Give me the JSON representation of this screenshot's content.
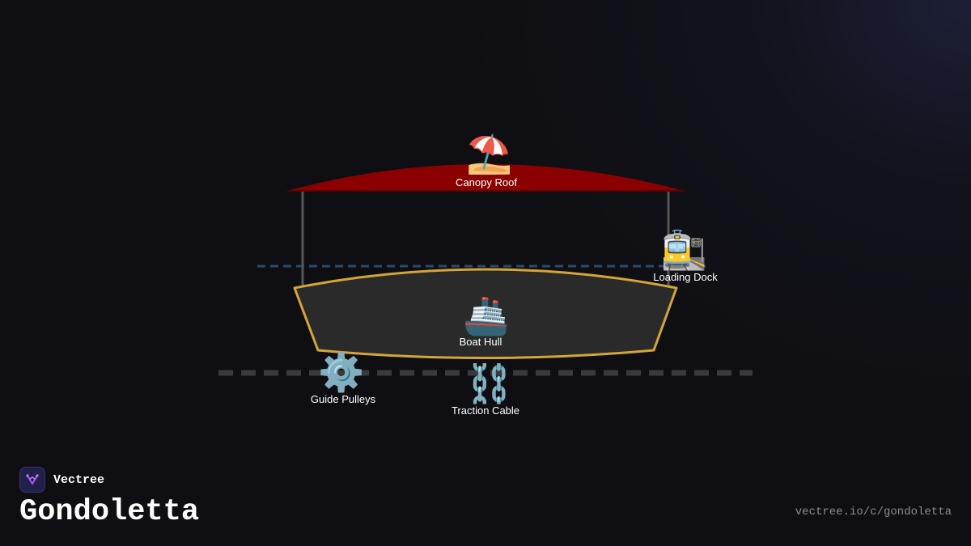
{
  "title": "Gondoletta",
  "brand": {
    "name": "Vectree",
    "logo_icon": "vectree-logo-icon"
  },
  "url": "vectree.io/c/gondoletta",
  "colors": {
    "background": "#0f0f13",
    "canopy": "#8b0000",
    "hull_fill": "#2a2a2a",
    "hull_stroke": "#d4a537",
    "water_line": "#2a4a6e",
    "cable_line": "#3a3a3a",
    "frame_posts": "#555555",
    "brand_accent": "#a855f7"
  },
  "parts": {
    "canopy": {
      "label": "Canopy Roof",
      "icon": "beach-umbrella-icon",
      "glyph": "⛱️"
    },
    "dock": {
      "label": "Loading Dock",
      "icon": "tram-station-icon",
      "glyph": "🚉"
    },
    "hull": {
      "label": "Boat Hull",
      "icon": "ship-icon",
      "glyph": "🚢"
    },
    "pulleys": {
      "label": "Guide Pulleys",
      "icon": "gear-icon",
      "glyph": "⚙️"
    },
    "cable": {
      "label": "Traction Cable",
      "icon": "chain-icon",
      "glyph": "⛓️"
    }
  }
}
